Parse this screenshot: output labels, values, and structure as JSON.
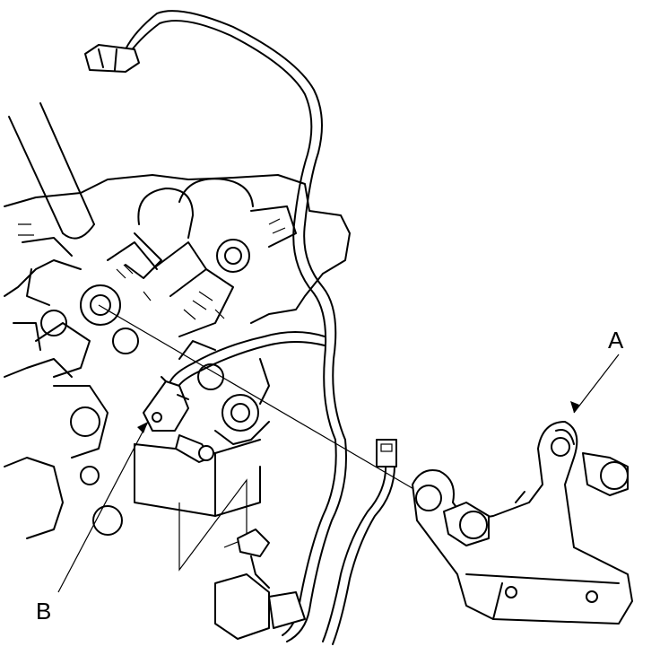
{
  "diagram": {
    "colors": {
      "line": "#000000",
      "background": "#ffffff"
    },
    "callouts": [
      {
        "id": "A",
        "label": "A"
      },
      {
        "id": "B",
        "label": "B"
      }
    ]
  }
}
